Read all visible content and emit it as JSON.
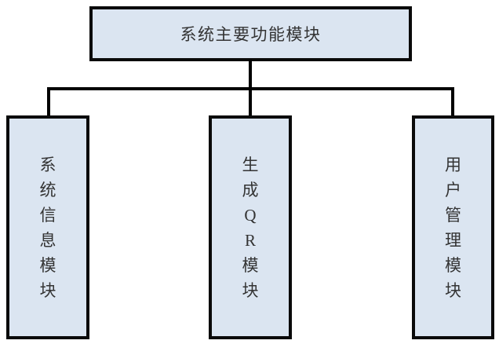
{
  "diagram": {
    "title_node": {
      "label": "系统主要功能模块"
    },
    "child_nodes": [
      {
        "label": "系统信息模块"
      },
      {
        "label": "生成QR模块"
      },
      {
        "label": "用户管理模块"
      }
    ],
    "colors": {
      "node_fill": "#dbe5f1",
      "node_border": "#0a0a0a",
      "connector": "#000000",
      "text": "#333333",
      "background": "#ffffff"
    }
  }
}
